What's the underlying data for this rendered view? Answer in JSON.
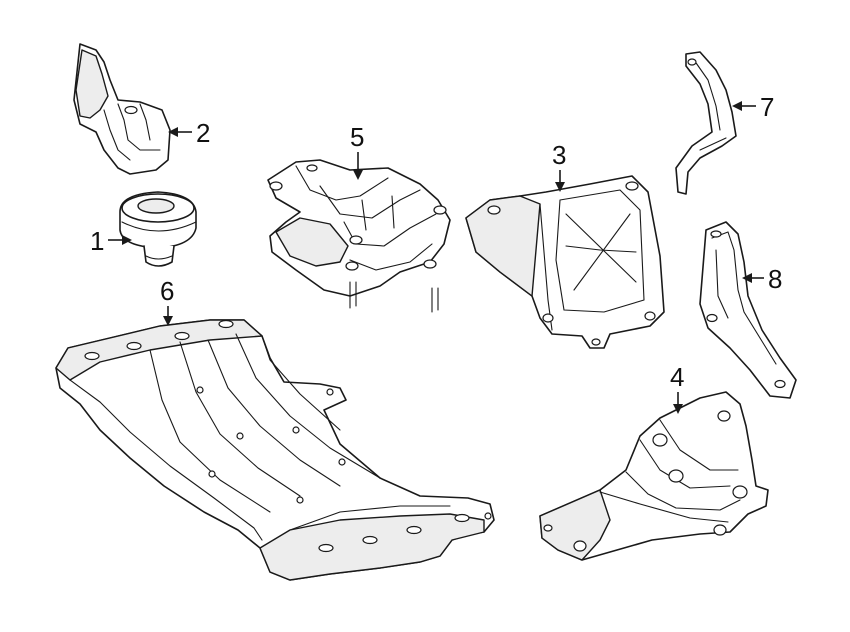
{
  "callouts": [
    {
      "id": "1",
      "label": "1"
    },
    {
      "id": "2",
      "label": "2"
    },
    {
      "id": "3",
      "label": "3"
    },
    {
      "id": "4",
      "label": "4"
    },
    {
      "id": "5",
      "label": "5"
    },
    {
      "id": "6",
      "label": "6"
    },
    {
      "id": "7",
      "label": "7"
    },
    {
      "id": "8",
      "label": "8"
    }
  ],
  "colors": {
    "line": "#1a1a1a",
    "background": "#ffffff",
    "shade": "#ededed"
  }
}
